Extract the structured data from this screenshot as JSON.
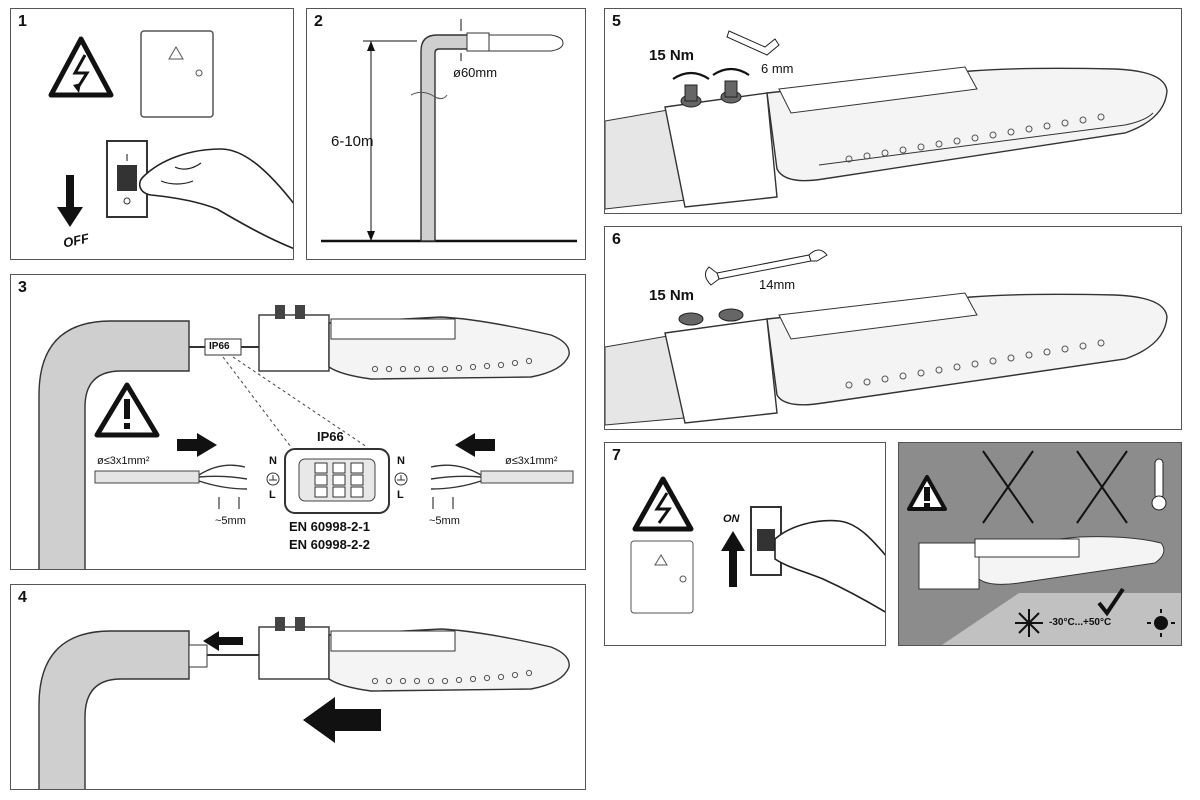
{
  "steps": [
    {
      "number": "1",
      "label": "OFF"
    },
    {
      "number": "2",
      "diameter": "ø60mm",
      "height": "6-10m"
    },
    {
      "number": "3",
      "ip_rating_small": "IP66",
      "ip_rating_large": "IP66",
      "cable_left": "ø≤3x1mm²",
      "cable_right": "ø≤3x1mm²",
      "strip_left": "~5mm",
      "strip_right": "~5mm",
      "terminal_n": "N",
      "terminal_l": "L",
      "standard_1": "EN 60998-2-1",
      "standard_2": "EN 60998-2-2"
    },
    {
      "number": "4"
    },
    {
      "number": "5",
      "torque": "15 Nm",
      "tool_size": "6 mm"
    },
    {
      "number": "6",
      "torque": "15 Nm",
      "tool_size": "14mm"
    },
    {
      "number": "7",
      "label": "ON"
    },
    {
      "number": "",
      "temp_range": "-30°C...+50°C"
    }
  ]
}
